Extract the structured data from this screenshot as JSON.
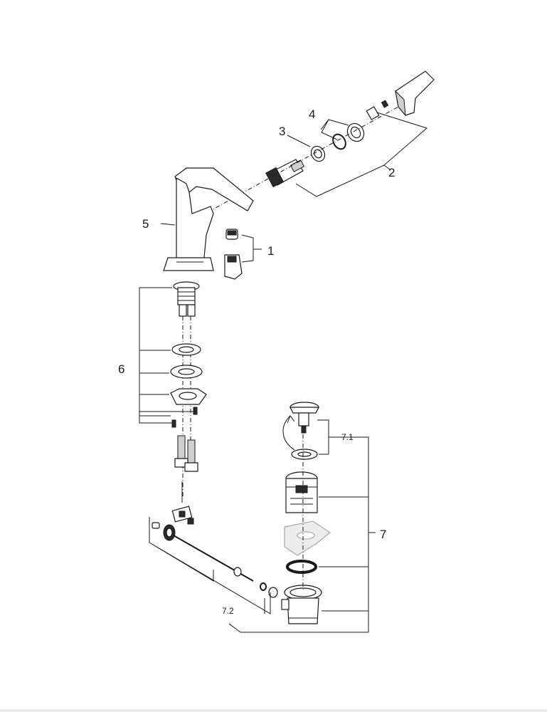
{
  "diagram": {
    "labels": {
      "p1": "1",
      "p2": "2",
      "p3": "3",
      "p4": "4",
      "p5": "5",
      "p6": "6",
      "p7": "7",
      "p71": "7.1",
      "p72": "7.2"
    }
  }
}
